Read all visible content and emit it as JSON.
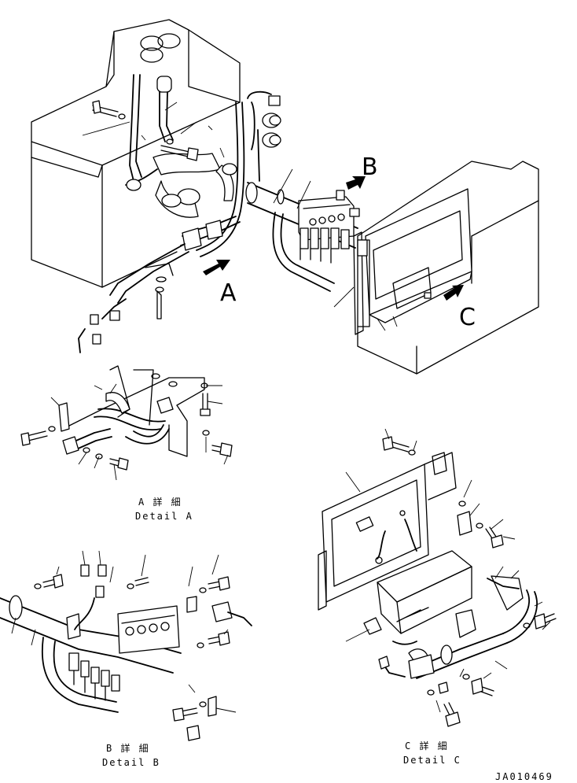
{
  "views": {
    "main": {
      "view_letters": {
        "a": "A",
        "b": "B",
        "c": "C"
      }
    },
    "detail_a": {
      "caption_jp": "A 詳 細",
      "caption_en": "Detail A"
    },
    "detail_b": {
      "caption_jp": "B 詳 細",
      "caption_en": "Detail B"
    },
    "detail_c": {
      "caption_jp": "C 詳 細",
      "caption_en": "Detail C"
    }
  },
  "drawing_number": "JA010469",
  "colors": {
    "ink": "#000000",
    "paper": "#ffffff"
  },
  "icons": {
    "view_arrow": "view-direction-arrow-icon"
  }
}
